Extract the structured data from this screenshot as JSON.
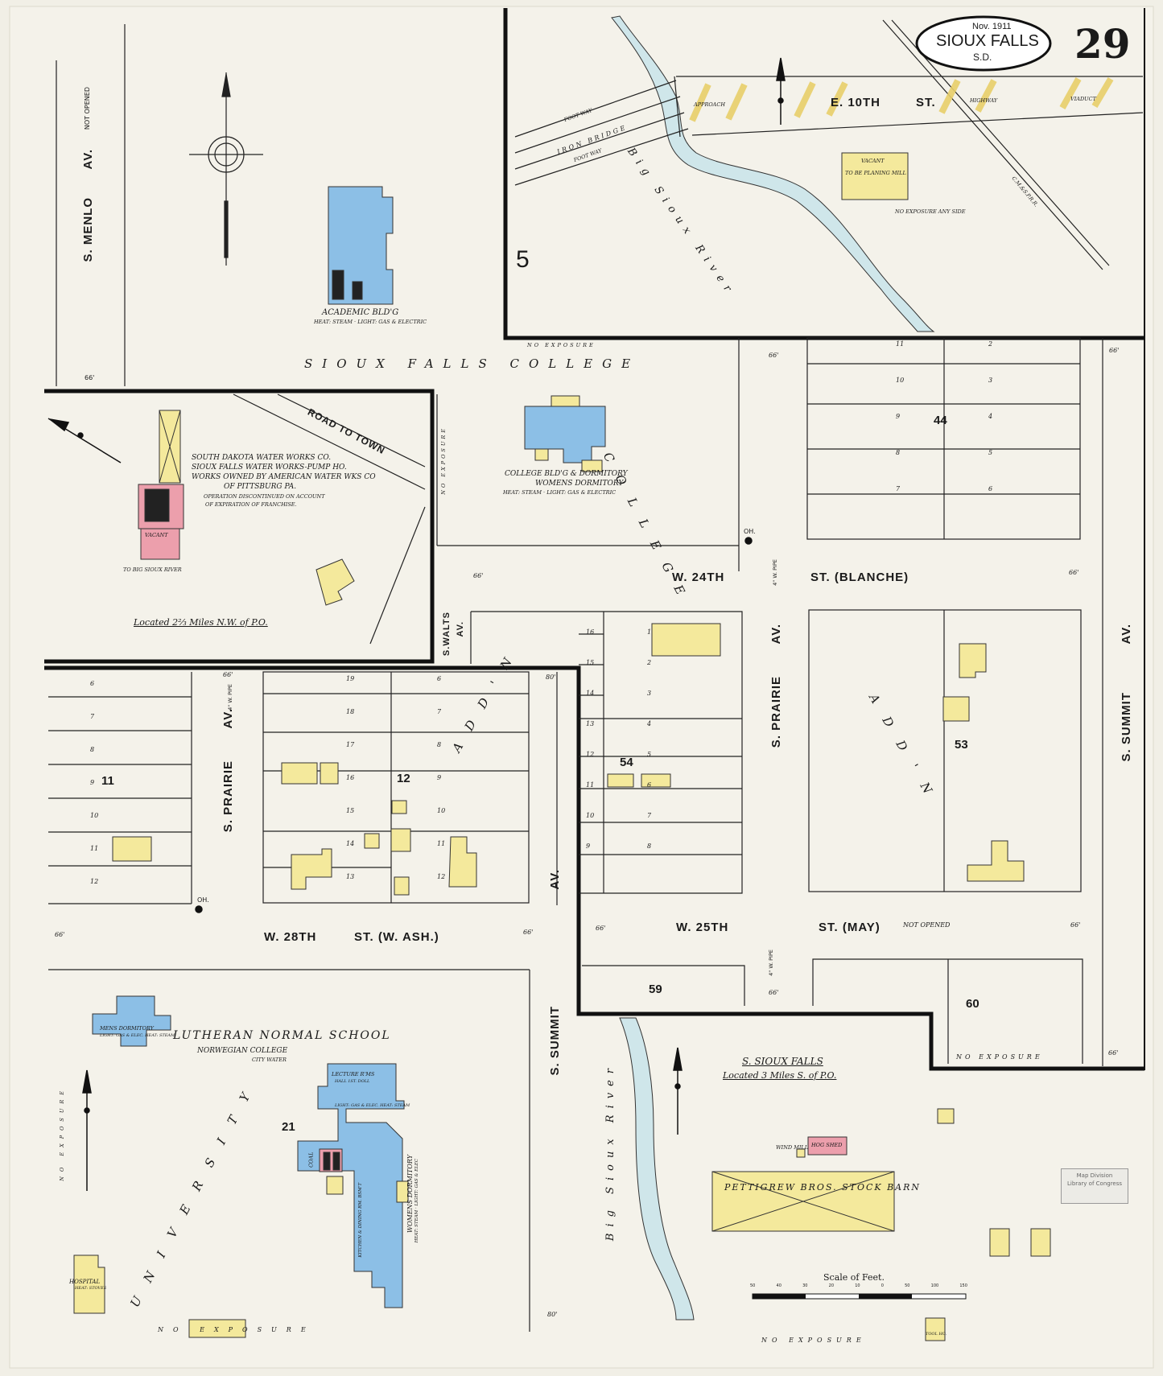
{
  "header": {
    "date": "Nov. 1911",
    "city": "SIOUX FALLS",
    "state": "S.D.",
    "sheet_number": "29"
  },
  "colors": {
    "brick": "#ec9fac",
    "frame": "#f4e99c",
    "stone_concrete": "#8cbfe6",
    "water": "#cfe6ea",
    "paper": "#f1efe6",
    "line": "#1a1a1a"
  },
  "streets": {
    "s_menlo_av": "S. MENLO",
    "av": "AV.",
    "not_opened": "NOT OPENED",
    "e_10th": "E. 10TH",
    "st": "ST.",
    "w_24th": "W. 24TH",
    "st_blanche": "ST. (BLANCHE)",
    "s_prairie": "S. PRAIRIE",
    "s_summit": "S. SUMMIT",
    "s_walts": "S.WALTS",
    "w_28th": "W. 28TH",
    "st_w_ash": "ST. (W. ASH.)",
    "w_25th": "W. 25TH",
    "st_may": "ST. (MAY)",
    "not_opened2": "NOT OPENED",
    "road_to_town": "ROAD TO TOWN",
    "highway": "HIGHWAY",
    "viaduct": "VIADUCT",
    "approach": "APPROACH",
    "railroad": "C.M.&S.P.R.R."
  },
  "labels": {
    "sioux_falls_college": "SIOUX FALLS COLLEGE",
    "college_diag": "COLLEGE",
    "addn": "ADD'N",
    "university": "UNIVERSITY",
    "academic_bldg": "ACADEMIC BLD'G",
    "academic_note": "HEAT: STEAM · LIGHT: GAS & ELECTRIC",
    "college_dorm": "COLLEGE BLD'G & DORMITORY",
    "womens_dorm": "WOMENS DORMITORY",
    "college_dorm_note": "HEAT: STEAM · LIGHT: GAS & ELECTRIC",
    "water_works_1": "SOUTH DAKOTA WATER WORKS CO.",
    "water_works_2": "SIOUX FALLS WATER WORKS-PUMP HO.",
    "water_works_3": "WORKS OWNED BY AMERICAN WATER WKS CO",
    "water_works_4": "OF PITTSBURG PA.",
    "water_works_5": "OPERATION DISCONTINUED ON ACCOUNT",
    "water_works_6": "OF EXPIRATION OF FRANCHISE.",
    "vacant": "VACANT",
    "big_sioux_small": "TO BIG SIOUX RIVER",
    "located_nw": "Located 2⅔ Miles N.W. of P.O.",
    "vacant_planing": "VACANT",
    "planing_mill": "TO BE PLANING MILL",
    "no_exposure_side": "NO EXPOSURE ANY SIDE",
    "foot_way": "FOOT WAY",
    "iron_bridge": "IRON BRIDGE",
    "big_sioux_river": "Big Sioux River",
    "big_sioux_river_lower": "Big Sioux River",
    "no_exposure": "NO EXPOSURE",
    "exposure_letters": "NO EXPOSURE",
    "lutheran": "LUTHERAN NORMAL SCHOOL",
    "norwegian": "NORWEGIAN COLLEGE",
    "city_water": "CITY WATER",
    "mens_dorm": "MENS DORMITORY",
    "mens_dorm_note": "LIGHT: GAS & ELEC. HEAT: STEAM",
    "lecture_rms": "LECTURE R'MS",
    "hall": "HALL 1ST. DOLL",
    "light_heat": "LIGHT: GAS & ELEC. HEAT: STEAM",
    "kitchen": "KITCHEN & DINING RM. BSM'T",
    "coal": "COAL",
    "womens_dorm_2": "WOMENS DORMITORY",
    "womens_dorm_2_note": "HEAT: STEAM · LIGHT: GAS & ELEC",
    "hospital": "HOSPITAL",
    "hospital_note": "HEAT: STOVES",
    "south_sioux_falls": "S. SIOUX FALLS",
    "located_s": "Located 3 Miles S. of P.O.",
    "hog_shed": "HOG SHED",
    "wind_mill": "WIND MILL",
    "stock_barn": "PETTIGREW BROS. STOCK BARN",
    "scale_title": "Scale of Feet.",
    "scale_ticks": [
      "50",
      "40",
      "30",
      "20",
      "10",
      "0",
      "50",
      "100",
      "150"
    ],
    "tool_ho": "TOOL HO.",
    "width_66": "66'",
    "width_80": "80'",
    "oh": "OH.",
    "pipe": "4\" W. PIPE",
    "section_5": "5"
  },
  "stamp": {
    "line1": "Map Division",
    "line2": "Library of Congress"
  },
  "blocks": {
    "b44": "44",
    "b53": "53",
    "b54": "54",
    "b59": "59",
    "b60": "60",
    "b11": "11",
    "b12": "12",
    "b21": "21"
  },
  "lots": {
    "block44_left": [
      "11",
      "10",
      "9",
      "8",
      "7"
    ],
    "block44_right": [
      "2",
      "3",
      "4",
      "5",
      "6"
    ],
    "block54_left": [
      "16",
      "15",
      "14",
      "13",
      "12",
      "11",
      "10",
      "9"
    ],
    "block54_right": [
      "1",
      "2",
      "3",
      "4",
      "5",
      "6",
      "7",
      "8"
    ],
    "block11": [
      "6",
      "7",
      "8",
      "9",
      "10",
      "11",
      "12"
    ],
    "block12_left": [
      "19",
      "18",
      "17",
      "16",
      "15",
      "14",
      "13"
    ],
    "block12_right": [
      "6",
      "7",
      "8",
      "9",
      "10",
      "11",
      "12"
    ]
  }
}
